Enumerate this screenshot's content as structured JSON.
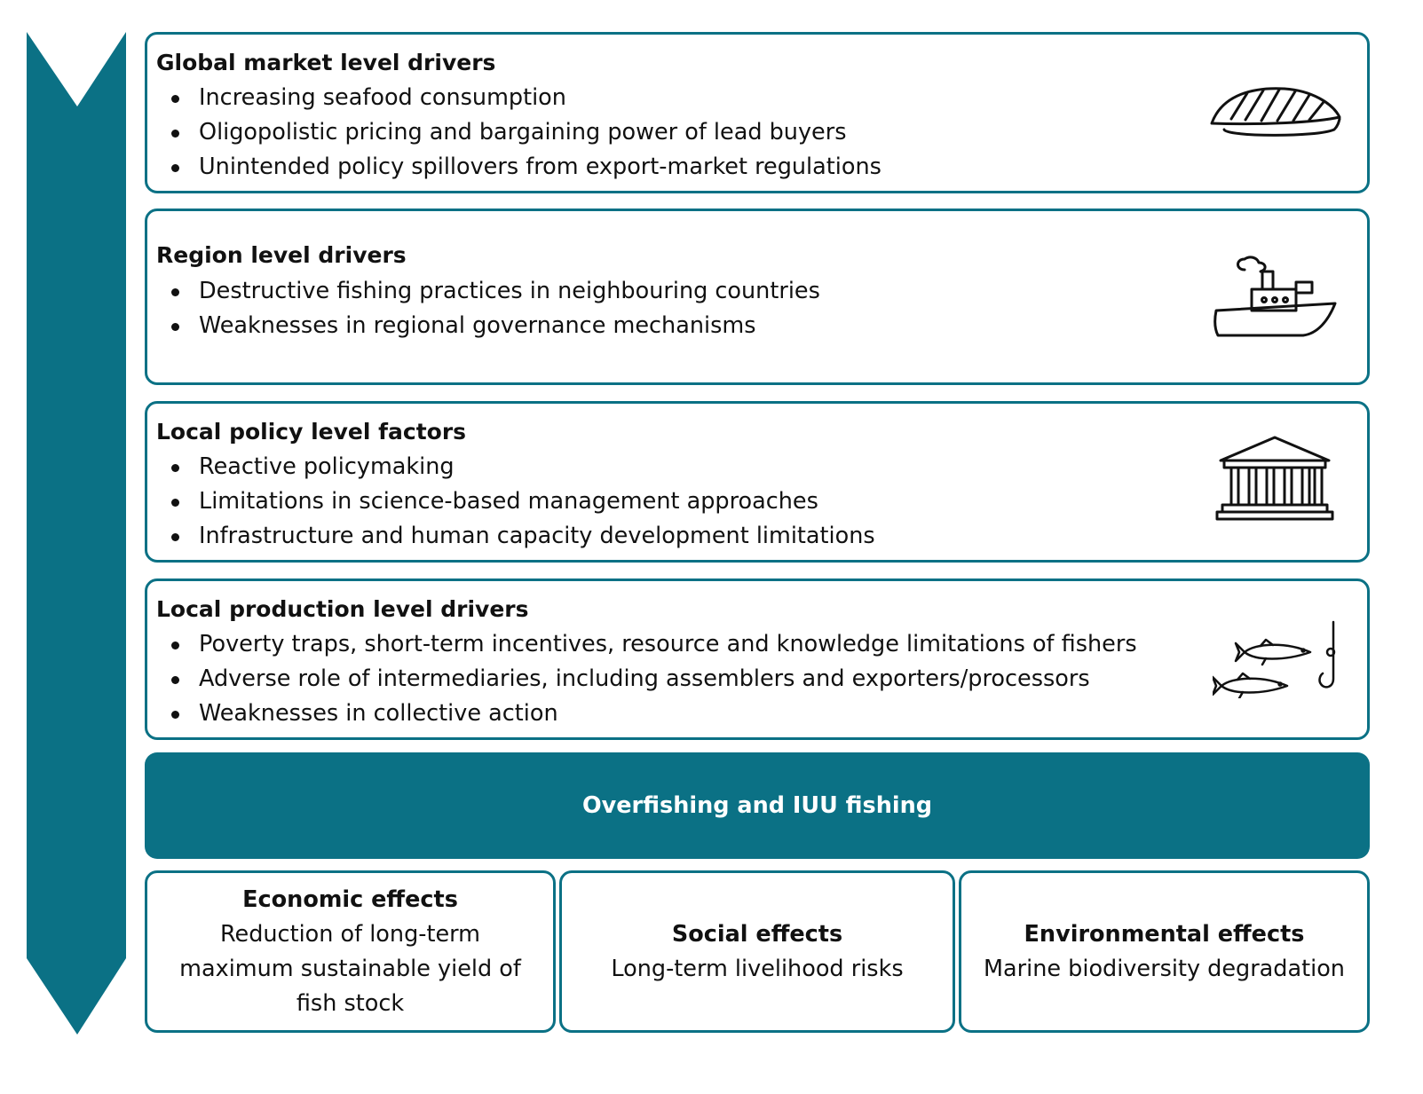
{
  "colors": {
    "teal": "#0b7185",
    "text": "#111111",
    "background": "#ffffff"
  },
  "drivers": [
    {
      "title": "Global market level drivers",
      "items": [
        "Increasing seafood consumption",
        "Oligopolistic pricing and bargaining power of lead buyers",
        "Unintended policy spillovers from export-market regulations"
      ],
      "icon": "sushi-icon"
    },
    {
      "title": "Region level drivers",
      "items": [
        "Destructive fishing practices in neighbouring countries",
        "Weaknesses in regional governance mechanisms"
      ],
      "icon": "fishing-boat-icon"
    },
    {
      "title": "Local policy level factors",
      "items": [
        "Reactive policymaking",
        "Limitations in science-based management approaches",
        "Infrastructure and human capacity development limitations"
      ],
      "icon": "government-building-icon"
    },
    {
      "title": "Local production level drivers",
      "items": [
        "Poverty traps, short-term incentives, resource and knowledge limitations of fishers",
        "Adverse role of intermediaries, including assemblers and exporters/processors",
        "Weaknesses in collective action"
      ],
      "icon": "fish-and-hook-icon"
    }
  ],
  "outcome": "Overfishing and IUU fishing",
  "effects": [
    {
      "title": "Economic effects",
      "text": "Reduction of long-term maximum sustainable yield of fish stock"
    },
    {
      "title": "Social effects",
      "text": "Long-term livelihood risks"
    },
    {
      "title": "Environmental effects",
      "text": "Marine biodiversity degradation"
    }
  ],
  "flow_arrow_icon": "down-chevron-arrow-icon"
}
